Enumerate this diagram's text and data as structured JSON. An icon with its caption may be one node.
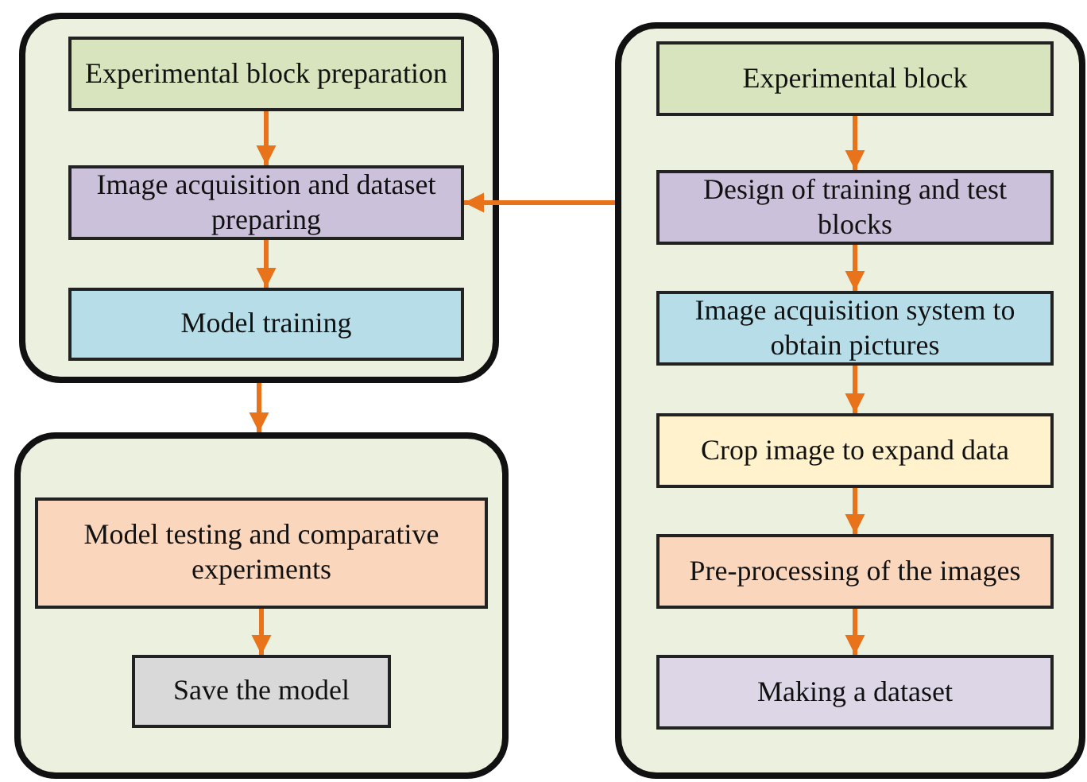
{
  "diagram": {
    "nodes": [
      {
        "text": [],
        "shape": "box"
      },
      {
        "text": [
          "Experimental block preparation"
        ],
        "in": 0
      },
      {
        "text": [
          "Image acquisition and dataset preparing"
        ],
        "in": 0
      },
      {
        "text": [
          "Model training"
        ],
        "in": 0
      },
      {
        "text": [],
        "shape": "box"
      },
      {
        "text": [
          "Model testing and comparative experiments"
        ],
        "in": 4
      },
      {
        "text": [
          "Save the model"
        ],
        "in": 4
      },
      {
        "text": [],
        "shape": "box"
      },
      {
        "text": [
          "Experimental block"
        ],
        "in": 7
      },
      {
        "text": [
          "Design of training and test blocks"
        ],
        "in": 7
      },
      {
        "text": [
          "Image acquisition system to obtain pictures"
        ],
        "in": 7
      },
      {
        "text": [
          "Crop image to expand data"
        ],
        "in": 7
      },
      {
        "text": [
          "Pre-processing of the images"
        ],
        "in": 7
      },
      {
        "text": [
          "Making a dataset"
        ],
        "in": 7
      }
    ],
    "edges": [
      {
        "from": 1,
        "to": 2,
        "arrow": "to"
      },
      {
        "from": 2,
        "to": 3,
        "arrow": "to"
      },
      {
        "from": 0,
        "to": 4,
        "arrow": "to"
      },
      {
        "from": 5,
        "to": 6,
        "arrow": "to"
      },
      {
        "from": 7,
        "to": 2,
        "arrow": "to"
      },
      {
        "from": 8,
        "to": 9,
        "arrow": "to"
      },
      {
        "from": 9,
        "to": 10,
        "arrow": "to"
      },
      {
        "from": 10,
        "to": 11,
        "arrow": "to"
      },
      {
        "from": 11,
        "to": 12,
        "arrow": "to"
      },
      {
        "from": 12,
        "to": 13,
        "arrow": "to"
      }
    ]
  }
}
